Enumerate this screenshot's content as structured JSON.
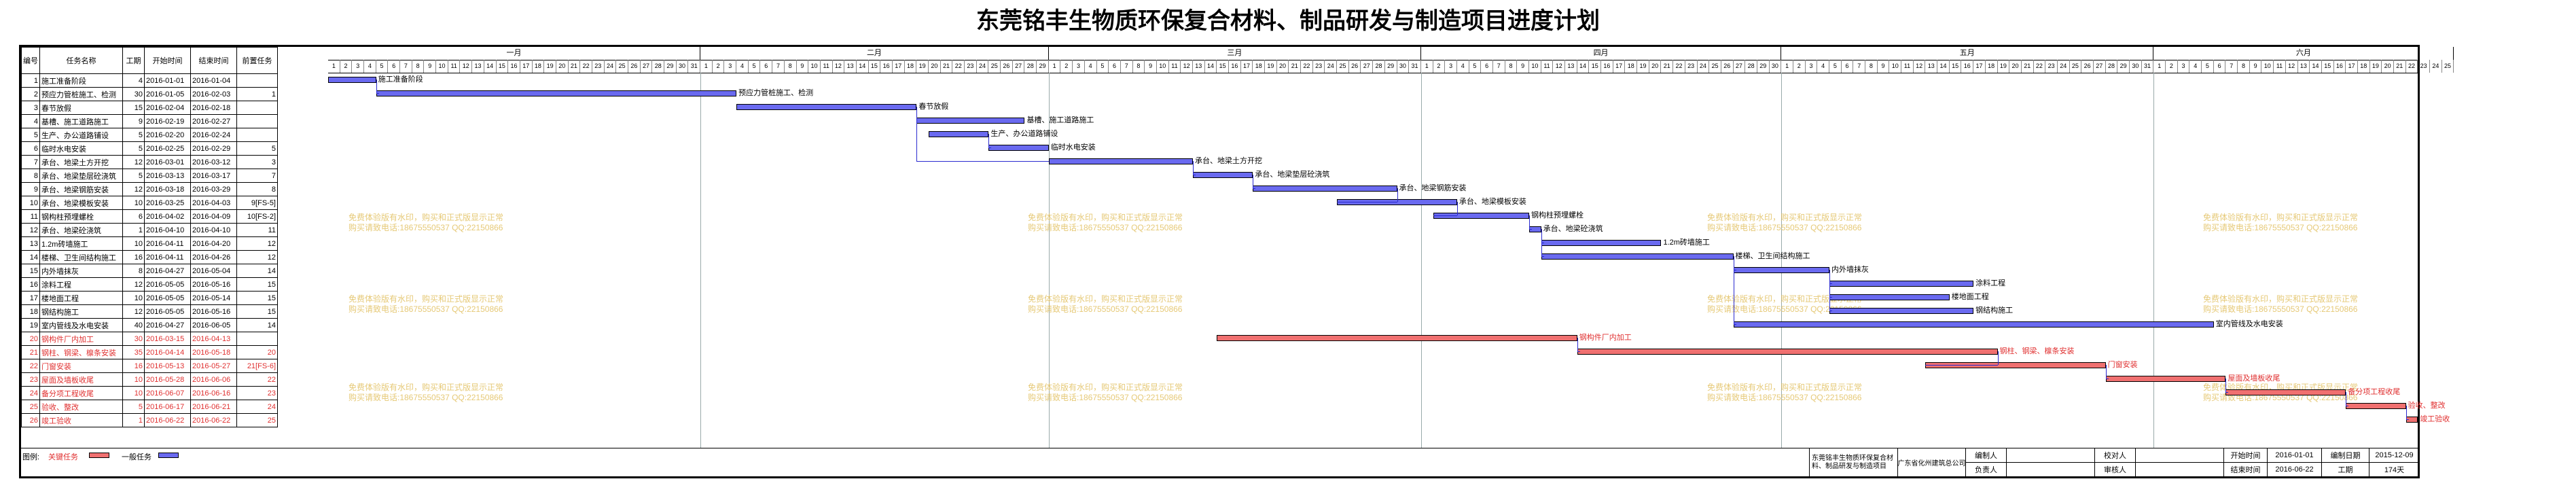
{
  "title": "东莞铭丰生物质环保复合材料、制品研发与制造项目进度计划",
  "colors": {
    "normal_bar": "#6a6af0",
    "critical_bar": "#f07070",
    "critical_text": "#e03030",
    "link": "#2a2ad0",
    "watermark": "#e2c060"
  },
  "columns": [
    "编号",
    "任务名称",
    "工期",
    "开始时间",
    "结束时间",
    "前置任务"
  ],
  "months": [
    {
      "label": "一月",
      "days": 31
    },
    {
      "label": "二月",
      "days": 29
    },
    {
      "label": "三月",
      "days": 31
    },
    {
      "label": "四月",
      "days": 30
    },
    {
      "label": "五月",
      "days": 31
    },
    {
      "label": "六月",
      "days": 25
    }
  ],
  "tasks": [
    {
      "id": "1",
      "name": "施工准备阶段",
      "dur": "4",
      "start": "2016-01-01",
      "end": "2016-01-04",
      "pre": "",
      "critical": false
    },
    {
      "id": "2",
      "name": "预应力管桩施工、检测",
      "dur": "30",
      "start": "2016-01-05",
      "end": "2016-02-03",
      "pre": "1",
      "critical": false
    },
    {
      "id": "3",
      "name": "春节放假",
      "dur": "15",
      "start": "2016-02-04",
      "end": "2016-02-18",
      "pre": "",
      "critical": false
    },
    {
      "id": "4",
      "name": "基槽、施工道路施工",
      "dur": "9",
      "start": "2016-02-19",
      "end": "2016-02-27",
      "pre": "",
      "critical": false
    },
    {
      "id": "5",
      "name": "生产、办公道路铺设",
      "dur": "5",
      "start": "2016-02-20",
      "end": "2016-02-24",
      "pre": "",
      "critical": false
    },
    {
      "id": "6",
      "name": "临时水电安装",
      "dur": "5",
      "start": "2016-02-25",
      "end": "2016-02-29",
      "pre": "5",
      "critical": false
    },
    {
      "id": "7",
      "name": "承台、地梁土方开挖",
      "dur": "12",
      "start": "2016-03-01",
      "end": "2016-03-12",
      "pre": "3",
      "critical": false
    },
    {
      "id": "8",
      "name": "承台、地梁垫层砼浇筑",
      "dur": "5",
      "start": "2016-03-13",
      "end": "2016-03-17",
      "pre": "7",
      "critical": false
    },
    {
      "id": "9",
      "name": "承台、地梁钢筋安装",
      "dur": "12",
      "start": "2016-03-18",
      "end": "2016-03-29",
      "pre": "8",
      "critical": false
    },
    {
      "id": "10",
      "name": "承台、地梁模板安装",
      "dur": "10",
      "start": "2016-03-25",
      "end": "2016-04-03",
      "pre": "9[FS-5]",
      "critical": false
    },
    {
      "id": "11",
      "name": "钢构柱预埋螺栓",
      "dur": "6",
      "start": "2016-04-02",
      "end": "2016-04-09",
      "pre": "10[FS-2]",
      "critical": false
    },
    {
      "id": "12",
      "name": "承台、地梁砼浇筑",
      "dur": "1",
      "start": "2016-04-10",
      "end": "2016-04-10",
      "pre": "11",
      "critical": false
    },
    {
      "id": "13",
      "name": "1.2m砖墙施工",
      "dur": "10",
      "start": "2016-04-11",
      "end": "2016-04-20",
      "pre": "12",
      "critical": false
    },
    {
      "id": "14",
      "name": "楼梯、卫生间结构施工",
      "dur": "16",
      "start": "2016-04-11",
      "end": "2016-04-26",
      "pre": "12",
      "critical": false
    },
    {
      "id": "15",
      "name": "内外墙抹灰",
      "dur": "8",
      "start": "2016-04-27",
      "end": "2016-05-04",
      "pre": "14",
      "critical": false
    },
    {
      "id": "16",
      "name": "涂料工程",
      "dur": "12",
      "start": "2016-05-05",
      "end": "2016-05-16",
      "pre": "15",
      "critical": false
    },
    {
      "id": "17",
      "name": "楼地面工程",
      "dur": "10",
      "start": "2016-05-05",
      "end": "2016-05-14",
      "pre": "15",
      "critical": false
    },
    {
      "id": "18",
      "name": "钢结构施工",
      "dur": "12",
      "start": "2016-05-05",
      "end": "2016-05-16",
      "pre": "15",
      "critical": false
    },
    {
      "id": "19",
      "name": "室内管线及水电安装",
      "dur": "40",
      "start": "2016-04-27",
      "end": "2016-06-05",
      "pre": "14",
      "critical": false
    },
    {
      "id": "20",
      "name": "钢构件厂内加工",
      "dur": "30",
      "start": "2016-03-15",
      "end": "2016-04-13",
      "pre": "",
      "critical": true
    },
    {
      "id": "21",
      "name": "钢柱、钢梁、檩条安装",
      "dur": "35",
      "start": "2016-04-14",
      "end": "2016-05-18",
      "pre": "20",
      "critical": true
    },
    {
      "id": "22",
      "name": "门窗安装",
      "dur": "16",
      "start": "2016-05-13",
      "end": "2016-05-27",
      "pre": "21[FS-6]",
      "critical": true
    },
    {
      "id": "23",
      "name": "屋面及墙板收尾",
      "dur": "10",
      "start": "2016-05-28",
      "end": "2016-06-06",
      "pre": "22",
      "critical": true
    },
    {
      "id": "24",
      "name": "备分项工程收尾",
      "dur": "10",
      "start": "2016-06-07",
      "end": "2016-06-16",
      "pre": "23",
      "critical": true
    },
    {
      "id": "25",
      "name": "验收、整改",
      "dur": "5",
      "start": "2016-06-17",
      "end": "2016-06-21",
      "pre": "24",
      "critical": true
    },
    {
      "id": "26",
      "name": "竣工验收",
      "dur": "1",
      "start": "2016-06-22",
      "end": "2016-06-22",
      "pre": "25",
      "critical": true
    }
  ],
  "watermark": {
    "line1": "免费体验版有水印，购买和正式版显示正常",
    "line2": "购买请致电话:18675550537 QQ:22150866"
  },
  "footer": {
    "legend_title": "图例:",
    "critical_label": "关键任务",
    "normal_label": "一般任务",
    "project_name": "东莞铭丰生物质环保复合材料、制品研发与制造项目",
    "company": "广东省化州建筑总公司",
    "editor_label": "编制人",
    "editor": "",
    "checker_label": "校对人",
    "checker": "",
    "start_label": "开始时间",
    "start_value": "2016-01-01",
    "print_label": "编制日期",
    "print_value": "2015-12-09",
    "owner_label": "负责人",
    "owner": "",
    "reviewer_label": "审核人",
    "reviewer": "",
    "end_label": "结束时间",
    "end_value": "2016-06-22",
    "duration_label": "工期",
    "duration_value": "174天"
  }
}
